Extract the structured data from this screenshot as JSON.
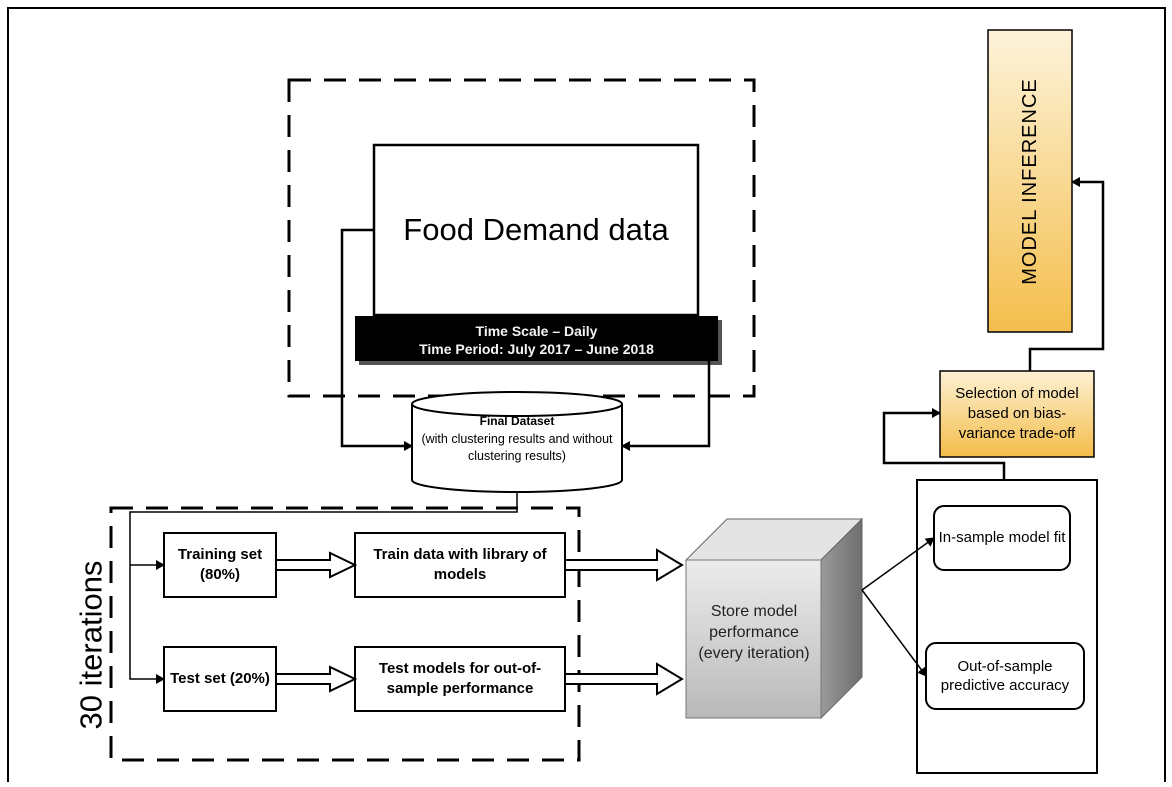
{
  "diagram": {
    "food_demand": {
      "title": "Food Demand data"
    },
    "time_banner": {
      "line1": "Time Scale – Daily",
      "line2": "Time Period: July 2017 – June 2018"
    },
    "final_dataset": {
      "title": "Final Dataset",
      "description": "(with clustering results and without clustering results)"
    },
    "iterations_label": "30 iterations",
    "training_set": "Training set (80%)",
    "test_set": "Test set (20%)",
    "train_models": "Train data with library of models",
    "test_models": "Test models for out-of-sample performance",
    "store_performance": "Store model performance (every iteration)",
    "in_sample": "In-sample model fit",
    "out_of_sample": "Out-of-sample predictive accuracy",
    "model_selection": "Selection of model based on bias-variance trade-off",
    "model_inference": "MODEL INFERENCE",
    "colors": {
      "banner": "#000000",
      "selection_fill_top": "#fdf1d4",
      "selection_fill_bottom": "#f4bd4a",
      "inference_fill_top": "#fdf3da",
      "inference_fill_bottom": "#f4be4c",
      "cube_front": "#cfcfcf",
      "cube_top": "#e6e6e6",
      "cube_side": "#8a8a8a"
    }
  }
}
